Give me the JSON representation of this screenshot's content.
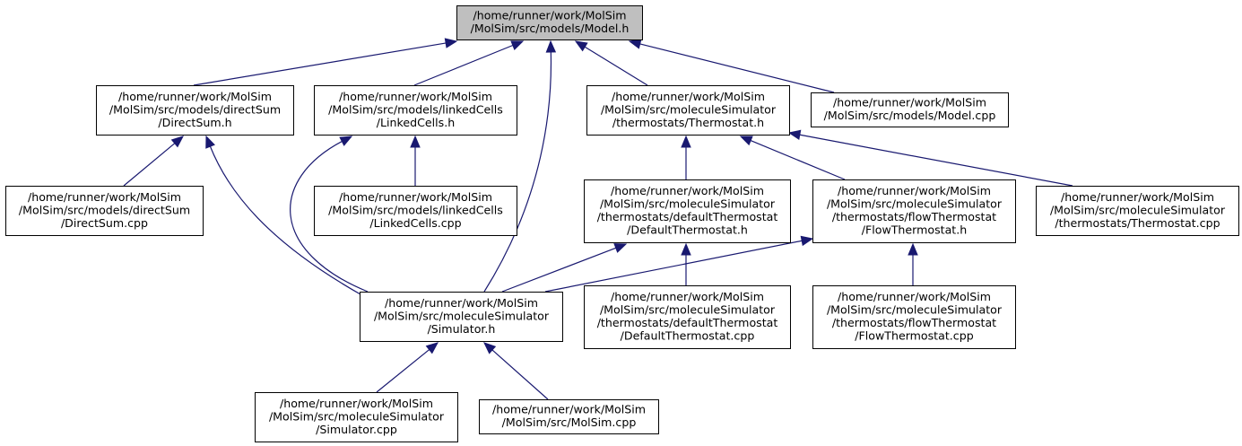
{
  "diagram": {
    "nodes": [
      {
        "id": "model_h",
        "lines": [
          "/home/runner/work/MolSim",
          "/MolSim/src/models/Model.h"
        ],
        "highlight": true
      },
      {
        "id": "directsum_h",
        "lines": [
          "/home/runner/work/MolSim",
          "/MolSim/src/models/directSum",
          "/DirectSum.h"
        ]
      },
      {
        "id": "linkedcells_h",
        "lines": [
          "/home/runner/work/MolSim",
          "/MolSim/src/models/linkedCells",
          "/LinkedCells.h"
        ]
      },
      {
        "id": "thermostat_h",
        "lines": [
          "/home/runner/work/MolSim",
          "/MolSim/src/moleculeSimulator",
          "/thermostats/Thermostat.h"
        ]
      },
      {
        "id": "model_cpp",
        "lines": [
          "/home/runner/work/MolSim",
          "/MolSim/src/models/Model.cpp"
        ]
      },
      {
        "id": "directsum_cpp",
        "lines": [
          "/home/runner/work/MolSim",
          "/MolSim/src/models/directSum",
          "/DirectSum.cpp"
        ]
      },
      {
        "id": "linkedcells_cpp",
        "lines": [
          "/home/runner/work/MolSim",
          "/MolSim/src/models/linkedCells",
          "/LinkedCells.cpp"
        ]
      },
      {
        "id": "defaultthermostat_h",
        "lines": [
          "/home/runner/work/MolSim",
          "/MolSim/src/moleculeSimulator",
          "/thermostats/defaultThermostat",
          "/DefaultThermostat.h"
        ]
      },
      {
        "id": "flowthermostat_h",
        "lines": [
          "/home/runner/work/MolSim",
          "/MolSim/src/moleculeSimulator",
          "/thermostats/flowThermostat",
          "/FlowThermostat.h"
        ]
      },
      {
        "id": "thermostat_cpp",
        "lines": [
          "/home/runner/work/MolSim",
          "/MolSim/src/moleculeSimulator",
          "/thermostats/Thermostat.cpp"
        ]
      },
      {
        "id": "simulator_h",
        "lines": [
          "/home/runner/work/MolSim",
          "/MolSim/src/moleculeSimulator",
          "/Simulator.h"
        ]
      },
      {
        "id": "defaultthermostat_cpp",
        "lines": [
          "/home/runner/work/MolSim",
          "/MolSim/src/moleculeSimulator",
          "/thermostats/defaultThermostat",
          "/DefaultThermostat.cpp"
        ]
      },
      {
        "id": "flowthermostat_cpp",
        "lines": [
          "/home/runner/work/MolSim",
          "/MolSim/src/moleculeSimulator",
          "/thermostats/flowThermostat",
          "/FlowThermostat.cpp"
        ]
      },
      {
        "id": "simulator_cpp",
        "lines": [
          "/home/runner/work/MolSim",
          "/MolSim/src/moleculeSimulator",
          "/Simulator.cpp"
        ]
      },
      {
        "id": "molsim_cpp",
        "lines": [
          "/home/runner/work/MolSim",
          "/MolSim/src/MolSim.cpp"
        ]
      }
    ],
    "edges": [
      {
        "from": "directsum_h",
        "to": "model_h"
      },
      {
        "from": "linkedcells_h",
        "to": "model_h"
      },
      {
        "from": "simulator_h",
        "to": "model_h"
      },
      {
        "from": "thermostat_h",
        "to": "model_h"
      },
      {
        "from": "model_cpp",
        "to": "model_h"
      },
      {
        "from": "directsum_cpp",
        "to": "directsum_h"
      },
      {
        "from": "simulator_h",
        "to": "directsum_h"
      },
      {
        "from": "simulator_h",
        "to": "linkedcells_h"
      },
      {
        "from": "linkedcells_cpp",
        "to": "linkedcells_h"
      },
      {
        "from": "defaultthermostat_h",
        "to": "thermostat_h"
      },
      {
        "from": "flowthermostat_h",
        "to": "thermostat_h"
      },
      {
        "from": "thermostat_cpp",
        "to": "thermostat_h"
      },
      {
        "from": "simulator_h",
        "to": "defaultthermostat_h"
      },
      {
        "from": "defaultthermostat_cpp",
        "to": "defaultthermostat_h"
      },
      {
        "from": "simulator_h",
        "to": "flowthermostat_h"
      },
      {
        "from": "flowthermostat_cpp",
        "to": "flowthermostat_h"
      },
      {
        "from": "simulator_cpp",
        "to": "simulator_h"
      },
      {
        "from": "molsim_cpp",
        "to": "simulator_h"
      }
    ],
    "colors": {
      "edge": "#191970",
      "highlight_fill": "#bfbfbf",
      "node_fill": "#ffffff",
      "node_border": "#000000"
    }
  }
}
